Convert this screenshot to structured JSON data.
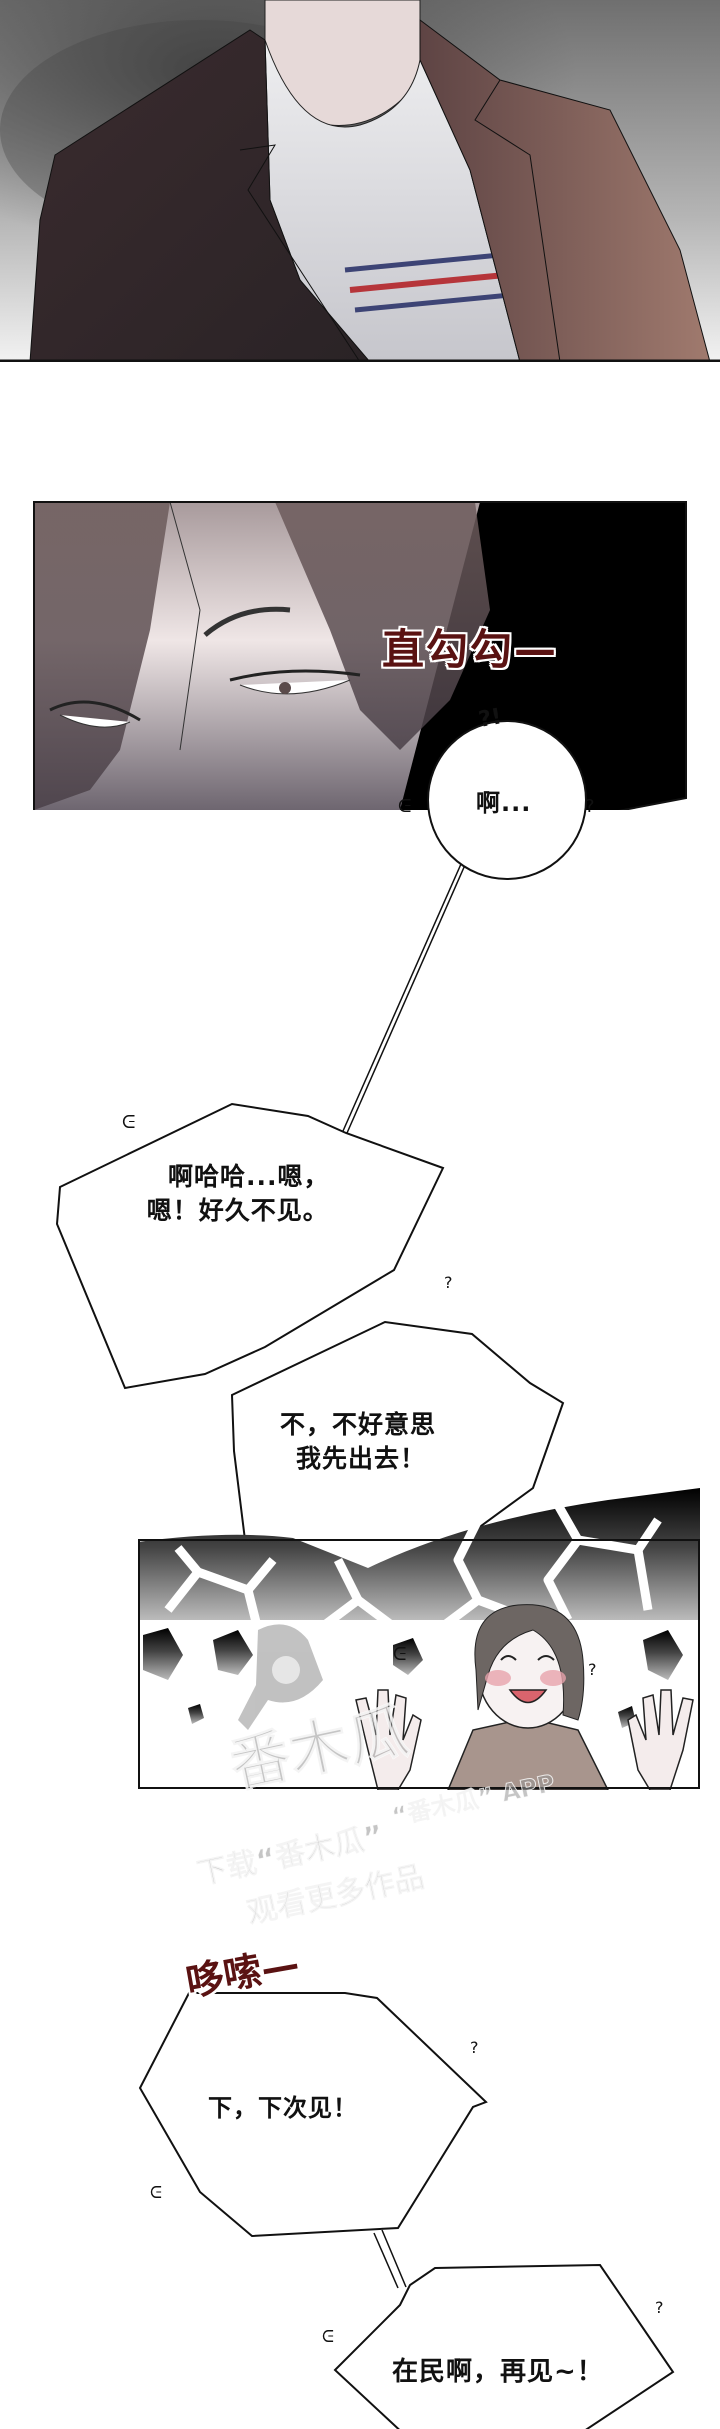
{
  "comic": {
    "panels": [
      {
        "id": "panel-1",
        "description": "man in brown blazer and striped white sweater, torso close-up",
        "colors": {
          "background": "#8a8a8a",
          "jacket_dark": "#3b2b2c",
          "jacket_light": "#9a7268",
          "sweater": "#d9d9dc",
          "stripe_blue": "#3d4475",
          "stripe_red": "#b6353a"
        }
      },
      {
        "id": "panel-2",
        "description": "close-up of man's eyes staring",
        "sfx": "直勾勾—",
        "colors": {
          "sfx": "#5a1212",
          "background_right": "#000000"
        }
      },
      {
        "id": "panel-3",
        "description": "flustered woman waving hands, cracked hexagon background"
      }
    ],
    "bubbles": [
      {
        "id": "bubble-1",
        "text": "啊..."
      },
      {
        "id": "bubble-2",
        "line1": "啊哈哈...嗯，",
        "line2": "嗯！好久不见。"
      },
      {
        "id": "bubble-3",
        "line1": "不，不好意思",
        "line2": "我先出去！"
      },
      {
        "id": "bubble-4",
        "text": "下，下次见！"
      },
      {
        "id": "bubble-5",
        "text": "在民啊，再见~！"
      }
    ],
    "sfx": {
      "stare": "直勾勾—",
      "door": "哆嗦—",
      "surprise_marks": "?!"
    },
    "watermark": {
      "logo_text": "番木瓜",
      "app_label": "“番木瓜” APP",
      "line1": "下载“番木瓜”",
      "line2": "观看更多作品"
    }
  }
}
